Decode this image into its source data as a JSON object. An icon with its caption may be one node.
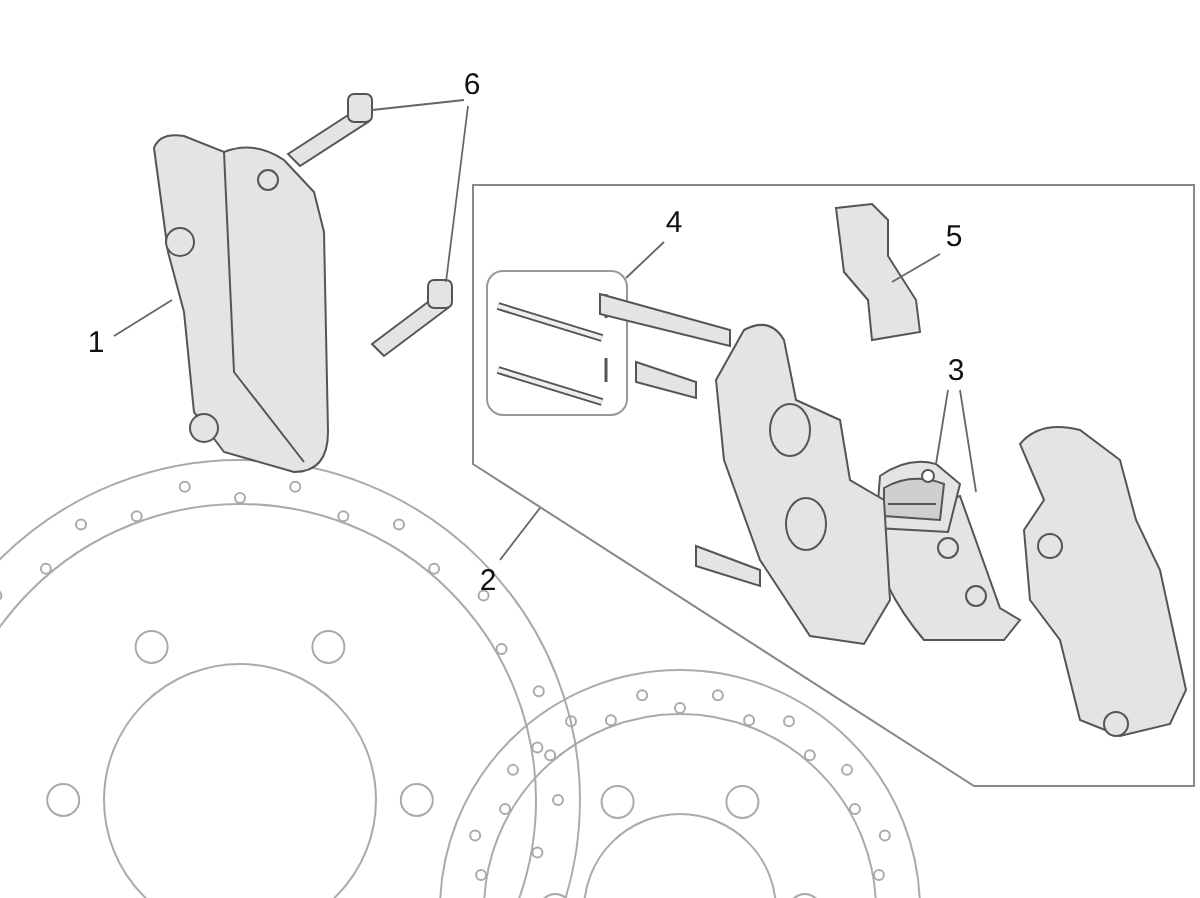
{
  "diagram": {
    "nodes": [
      {
        "text": [
          "1"
        ]
      },
      {
        "text": [],
        "shape": "picture"
      },
      {
        "text": [
          "6"
        ]
      },
      {
        "text": [],
        "shape": "picture"
      },
      {
        "text": [],
        "shape": "picture"
      },
      {
        "text": [],
        "shape": "box"
      },
      {
        "text": [
          "2"
        ]
      },
      {
        "text": [
          "4"
        ],
        "in": 5
      },
      {
        "text": [],
        "shape": "box",
        "in": 5
      },
      {
        "text": [
          "5"
        ],
        "in": 5
      },
      {
        "text": [],
        "shape": "picture",
        "in": 5
      },
      {
        "text": [
          "3"
        ],
        "in": 5
      },
      {
        "text": [],
        "shape": "picture",
        "in": 5
      },
      {
        "text": [],
        "shape": "picture",
        "in": 5
      }
    ],
    "edges": [
      {
        "from": 0,
        "to": 1,
        "arrow": "none"
      },
      {
        "from": 2,
        "to": 3,
        "arrow": "none"
      },
      {
        "from": 2,
        "to": 4,
        "arrow": "none"
      },
      {
        "from": 6,
        "to": 5,
        "arrow": "none"
      },
      {
        "from": 7,
        "to": 8,
        "arrow": "none"
      },
      {
        "from": 9,
        "to": 10,
        "arrow": "none"
      },
      {
        "from": 11,
        "to": 12,
        "arrow": "none"
      },
      {
        "from": 11,
        "to": 13,
        "arrow": "none"
      }
    ]
  }
}
